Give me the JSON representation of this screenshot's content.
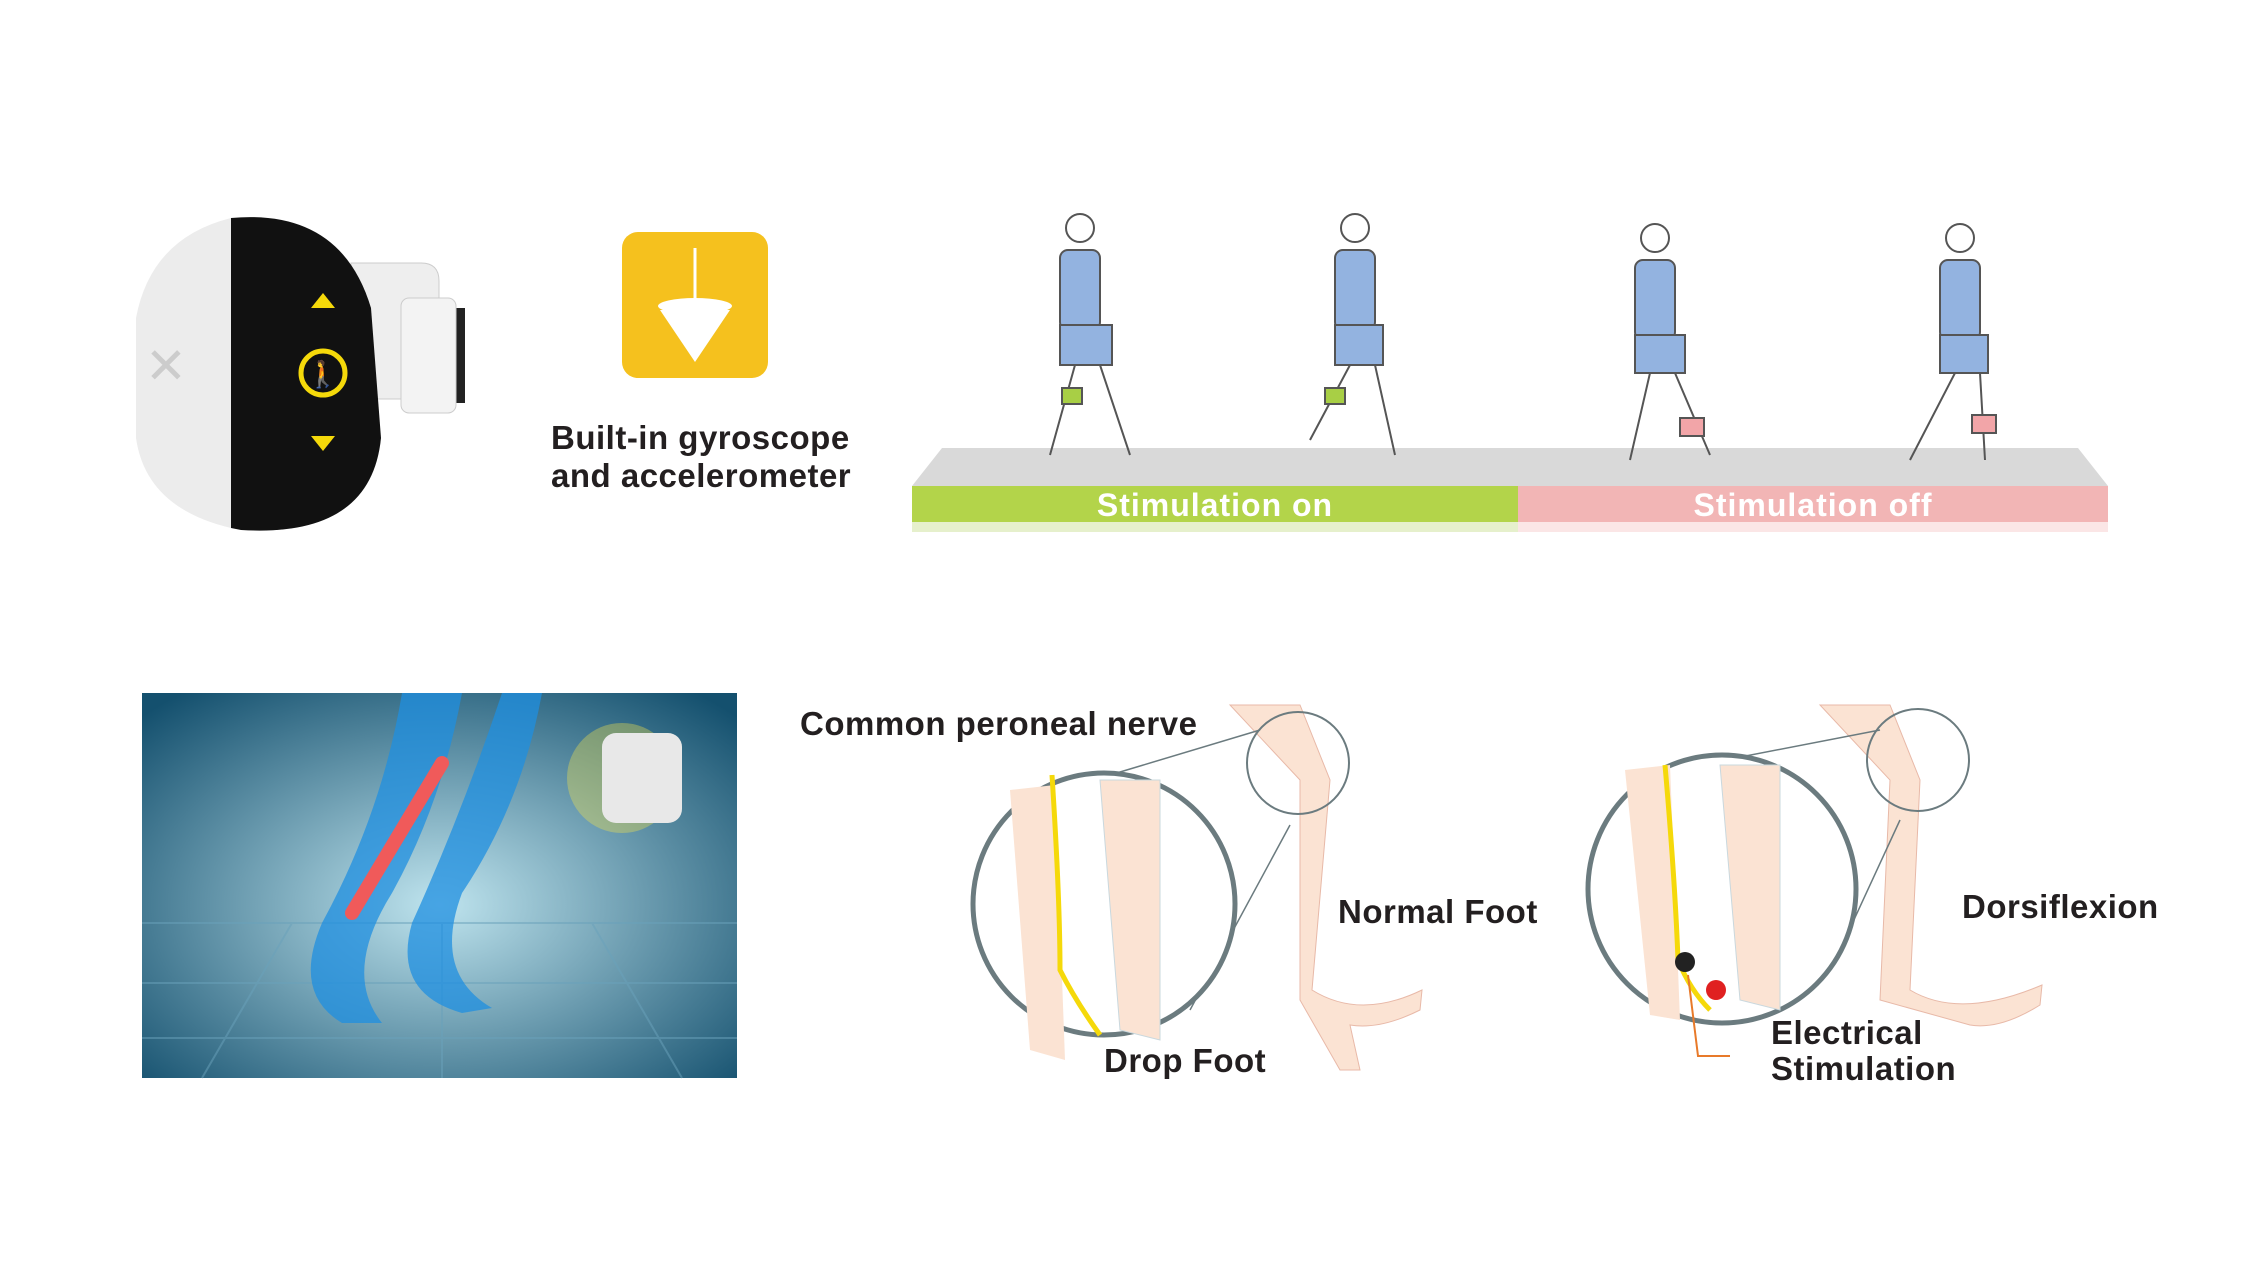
{
  "sensor": {
    "caption_line1": "Built-in gyroscope",
    "caption_line2": "and accelerometer",
    "icon": "plumb-bob-icon"
  },
  "walkway": {
    "on_label": "Stimulation on",
    "off_label": "Stimulation off",
    "on_color": "#b3d44a",
    "off_color": "#f2b5b5"
  },
  "anatomy": {
    "nerve_label": "Common peroneal nerve",
    "normal_foot_label": "Normal Foot",
    "drop_foot_label": "Drop Foot",
    "dorsiflexion_label": "Dorsiflexion",
    "stim_label_line1": "Electrical",
    "stim_label_line2": "Stimulation",
    "nerve_color": "#f5d90a",
    "electrode_color": "#e02020"
  },
  "colors": {
    "accent_yellow": "#f5c11e",
    "shirt_blue": "#93b3e0"
  }
}
